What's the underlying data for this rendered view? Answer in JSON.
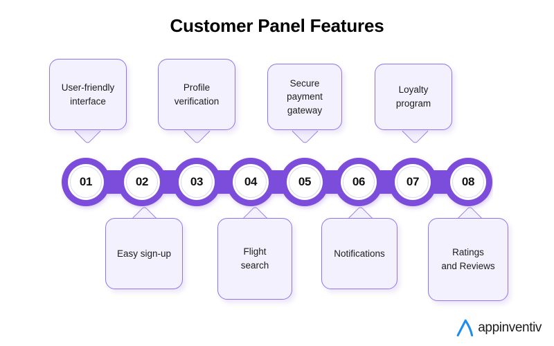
{
  "title": "Customer Panel Features",
  "theme": {
    "band_purple": "#7c4ddb",
    "card_fill": "#f3f1fd",
    "card_border": "#8f74ea",
    "background": "#ffffff",
    "logo_blue": "#1b8df0"
  },
  "steps": [
    {
      "number": "01",
      "label": "User-friendly\ninterface",
      "position": "top"
    },
    {
      "number": "02",
      "label": "Easy sign-up",
      "position": "bottom"
    },
    {
      "number": "03",
      "label": "Profile\nverification",
      "position": "top"
    },
    {
      "number": "04",
      "label": "Flight\nsearch",
      "position": "bottom"
    },
    {
      "number": "05",
      "label": "Secure\npayment\ngateway",
      "position": "top"
    },
    {
      "number": "06",
      "label": "Notifications",
      "position": "bottom"
    },
    {
      "number": "07",
      "label": "Loyalty\nprogram",
      "position": "top"
    },
    {
      "number": "08",
      "label": "Ratings\nand Reviews",
      "position": "bottom"
    }
  ],
  "top_cards": [
    {
      "step": "01",
      "label": "User-friendly\ninterface"
    },
    {
      "step": "03",
      "label": "Profile\nverification"
    },
    {
      "step": "05",
      "label": "Secure\npayment\ngateway"
    },
    {
      "step": "07",
      "label": "Loyalty\nprogram"
    }
  ],
  "bottom_cards": [
    {
      "step": "02",
      "label": "Easy sign-up"
    },
    {
      "step": "04",
      "label": "Flight\nsearch"
    },
    {
      "step": "06",
      "label": "Notifications"
    },
    {
      "step": "08",
      "label": "Ratings\nand Reviews"
    }
  ],
  "numbers": [
    "01",
    "02",
    "03",
    "04",
    "05",
    "06",
    "07",
    "08"
  ],
  "logo": {
    "mark": "appinventiv-a-mark-icon",
    "wordmark": "appinventiv"
  }
}
